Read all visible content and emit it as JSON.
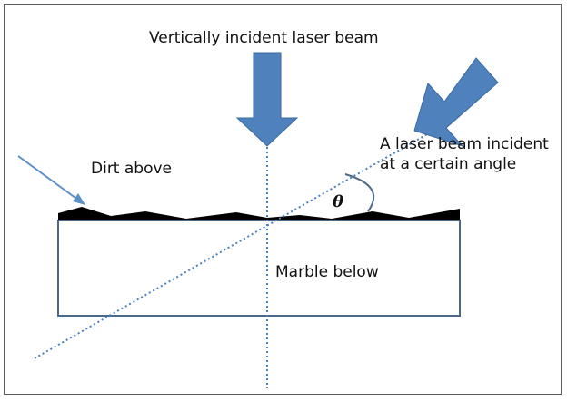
{
  "labels": {
    "vertical_beam": "Vertically incident laser beam",
    "angled_beam_line1": "A laser beam incident",
    "angled_beam_line2": "at a certain angle",
    "dirt": "Dirt above",
    "marble": "Marble below",
    "angle": "θ"
  },
  "colors": {
    "arrow_fill": "#4f81bd",
    "arrow_stroke": "#3a6aa3",
    "beam_line": "#4a7fc1",
    "dirt_fill": "#000000",
    "marble_stroke": "#4b6a8a",
    "frame": "#5a5a5a"
  }
}
